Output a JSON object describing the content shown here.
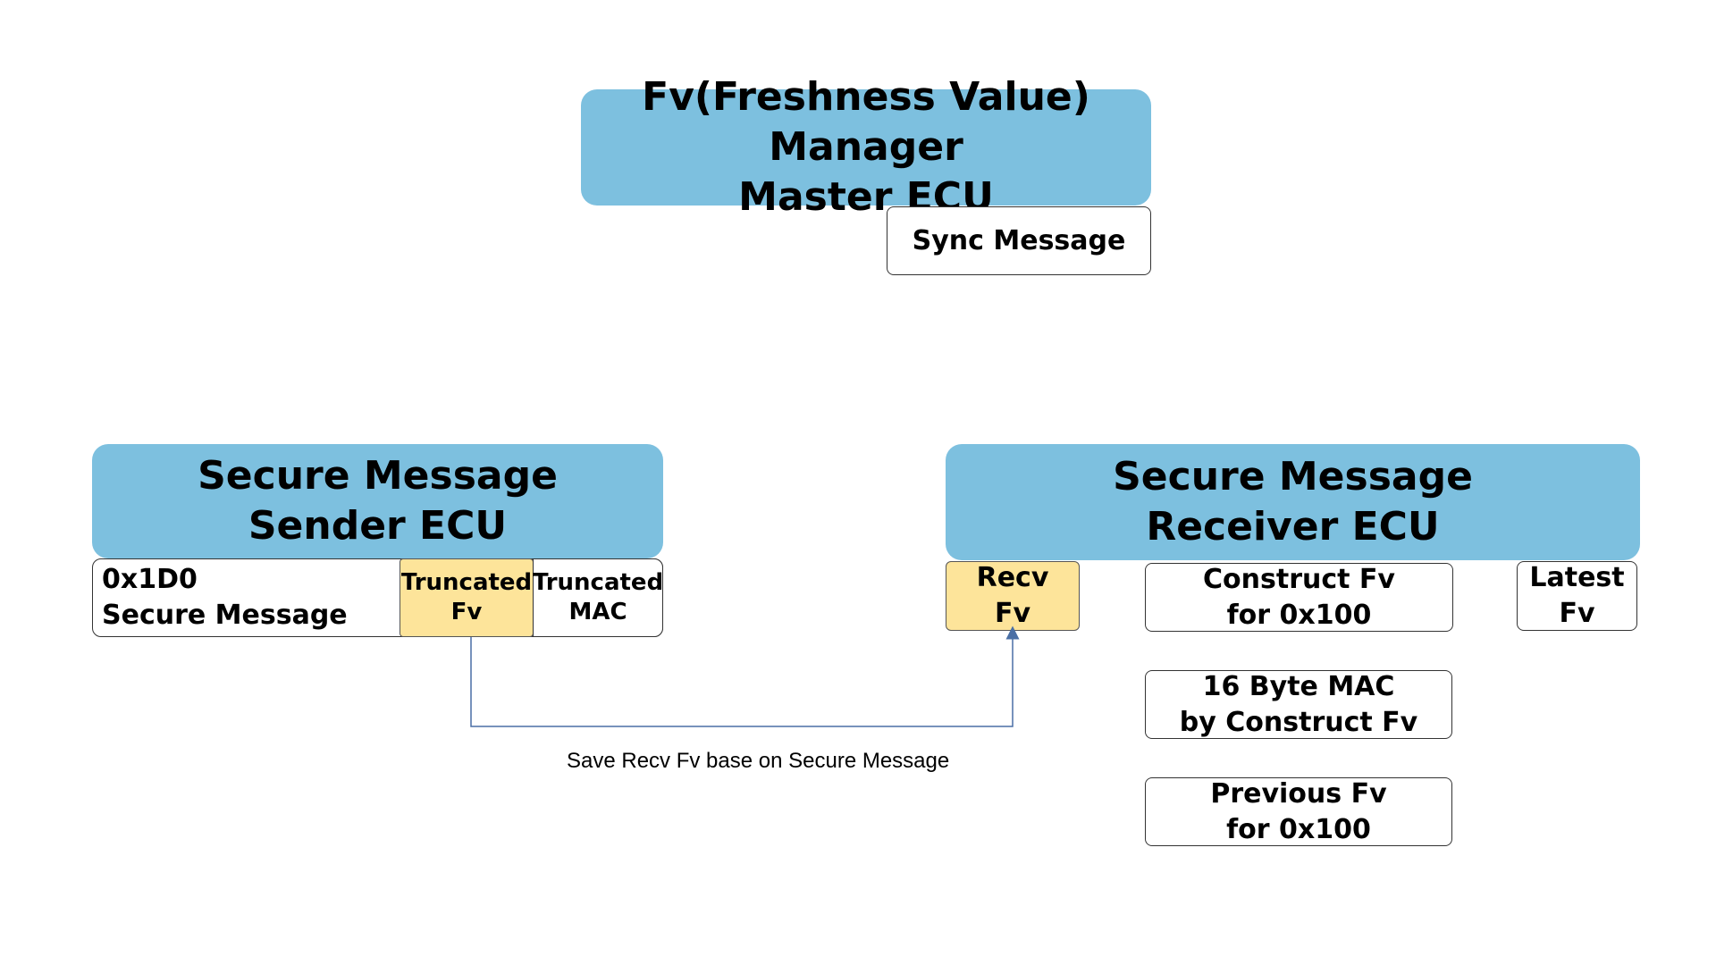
{
  "manager": {
    "title": "Fv(Freshness Value) Manager\nMaster ECU",
    "sync_label": "Sync Message"
  },
  "sender": {
    "title": "Secure Message\nSender ECU",
    "message_label": "0x1D0\nSecure Message",
    "truncated_fv_label": "Truncated\nFv",
    "truncated_mac_label": "Truncated\nMAC"
  },
  "receiver": {
    "title": "Secure Message\nReceiver ECU",
    "recv_fv_label": "Recv\nFv",
    "construct_fv_label": "Construct Fv\nfor 0x100",
    "latest_fv_label": "Latest\nFv",
    "mac_label": "16 Byte MAC\nby Construct Fv",
    "previous_fv_label": "Previous Fv\nfor 0x100"
  },
  "connector": {
    "caption": "Save Recv Fv base on Secure Message"
  },
  "colors": {
    "header_fill": "#7dc0df",
    "highlight_fill": "#fde49a",
    "connector_line": "#4a6fa5"
  }
}
